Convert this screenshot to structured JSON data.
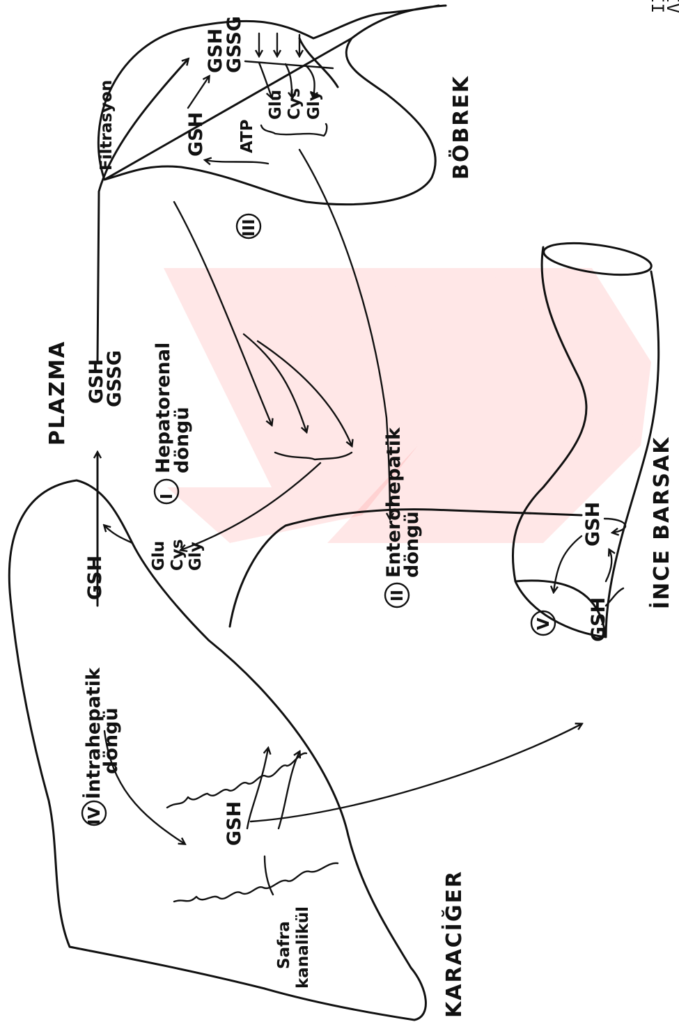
{
  "header_fragment": [
    "II",
    "IV",
    "V"
  ],
  "organs": {
    "kidney": "BÖBREK",
    "plasma": "PLAZMA",
    "liver": "KARACİĞER",
    "intestine": "İNCE BARSAK"
  },
  "metabolites": {
    "gsh": "GSH",
    "gssg": "GSSG",
    "atp": "ATP",
    "glu": "Glu",
    "cys": "Cys",
    "gly": "Gly"
  },
  "processes": {
    "filtration": "Filtrasyon",
    "bile_canaliculi": [
      "Safra",
      "kanalikül"
    ]
  },
  "cycles": [
    {
      "numeral": "I",
      "label": [
        "Hepatorenal",
        "döngü"
      ]
    },
    {
      "numeral": "II",
      "label": [
        "Enterohepatik",
        "döngü"
      ]
    },
    {
      "numeral": "III",
      "label": []
    },
    {
      "numeral": "IV",
      "label": [
        "İntrahepatik",
        "döngü"
      ]
    },
    {
      "numeral": "V",
      "label": []
    }
  ]
}
